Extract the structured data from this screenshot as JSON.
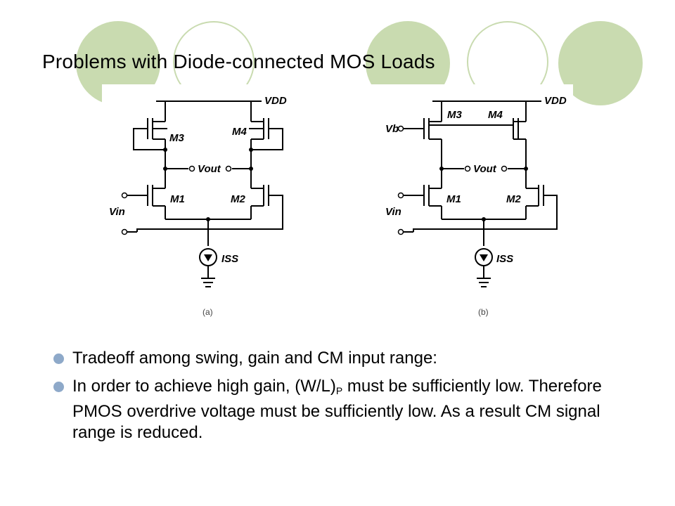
{
  "title": "Problems with Diode-connected MOS Loads",
  "figure": {
    "label_vdd": "VDD",
    "label_m1": "M1",
    "label_m2": "M2",
    "label_m3": "M3",
    "label_m4": "M4",
    "label_vout": "Vout",
    "label_vin": "Vin",
    "label_iss": "ISS",
    "label_vb": "Vb",
    "caption_a": "(a)",
    "caption_b": "(b)"
  },
  "bullets": {
    "b1": "Tradeoff among swing, gain and CM input range:",
    "b2_pre": "In order to achieve high gain, (W/L)",
    "b2_sub": "P",
    "b2_post": " must be sufficiently low. Therefore PMOS overdrive voltage must be sufficiently low. As a result CM signal range is reduced."
  },
  "colors": {
    "decor_green": "#c9dbb0",
    "bullet_blue": "#8ea9c9"
  }
}
